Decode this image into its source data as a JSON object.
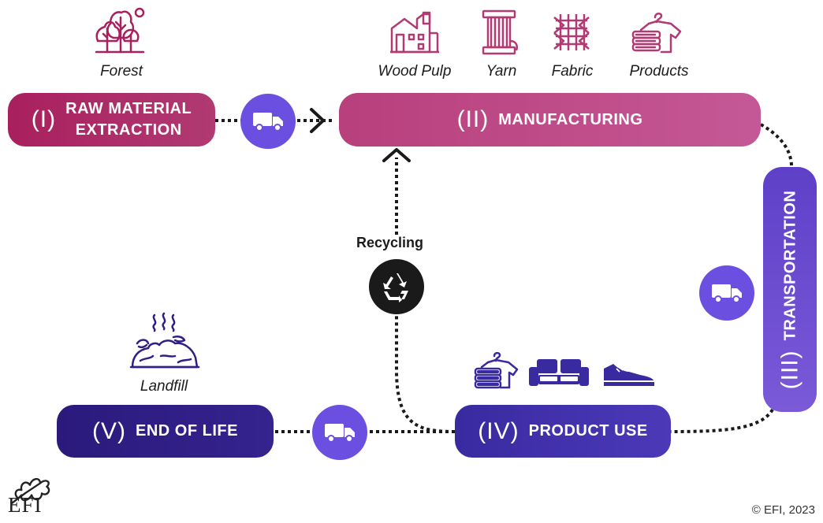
{
  "stages": [
    {
      "numeral": "(I)",
      "name_line1": "RAW MATERIAL",
      "name_line2": "EXTRACTION"
    },
    {
      "numeral": "(II)",
      "name": "MANUFACTURING"
    },
    {
      "numeral": "(III)",
      "name": "TRANSPORTATION"
    },
    {
      "numeral": "(IV)",
      "name": "PRODUCT USE"
    },
    {
      "numeral": "(V)",
      "name": "END OF LIFE"
    }
  ],
  "captions": {
    "forest": "Forest",
    "wood_pulp": "Wood Pulp",
    "yarn": "Yarn",
    "fabric": "Fabric",
    "products": "Products",
    "landfill": "Landfill"
  },
  "recycling": {
    "label": "Recycling"
  },
  "logo": {
    "text": "EFI"
  },
  "copyright": "© EFI, 2023",
  "icons": {
    "forest": "trees-icon",
    "wood_pulp": "factory-icon",
    "yarn": "spool-icon",
    "fabric": "fabric-weave-icon",
    "products": "folded-clothes-icon",
    "use_clothing": "folded-clothes-icon",
    "use_sofa": "sofa-icon",
    "use_shoe": "sneaker-icon",
    "landfill": "landfill-icon",
    "transport": "truck-icon",
    "recycling": "recycle-icon",
    "logo": "oak-leaf-icon"
  },
  "colors": {
    "stage_1": "#a8205d",
    "stage_2": "#c04a89",
    "stage_3": "#6d4ed2",
    "stage_4": "#4333ad",
    "stage_5": "#2f1f86",
    "truck_badge": "#6b4fe0",
    "manufacturing_icons": "#b13a73",
    "use_icons": "#3a2aa0",
    "recycle_badge": "#1a1a1a"
  }
}
